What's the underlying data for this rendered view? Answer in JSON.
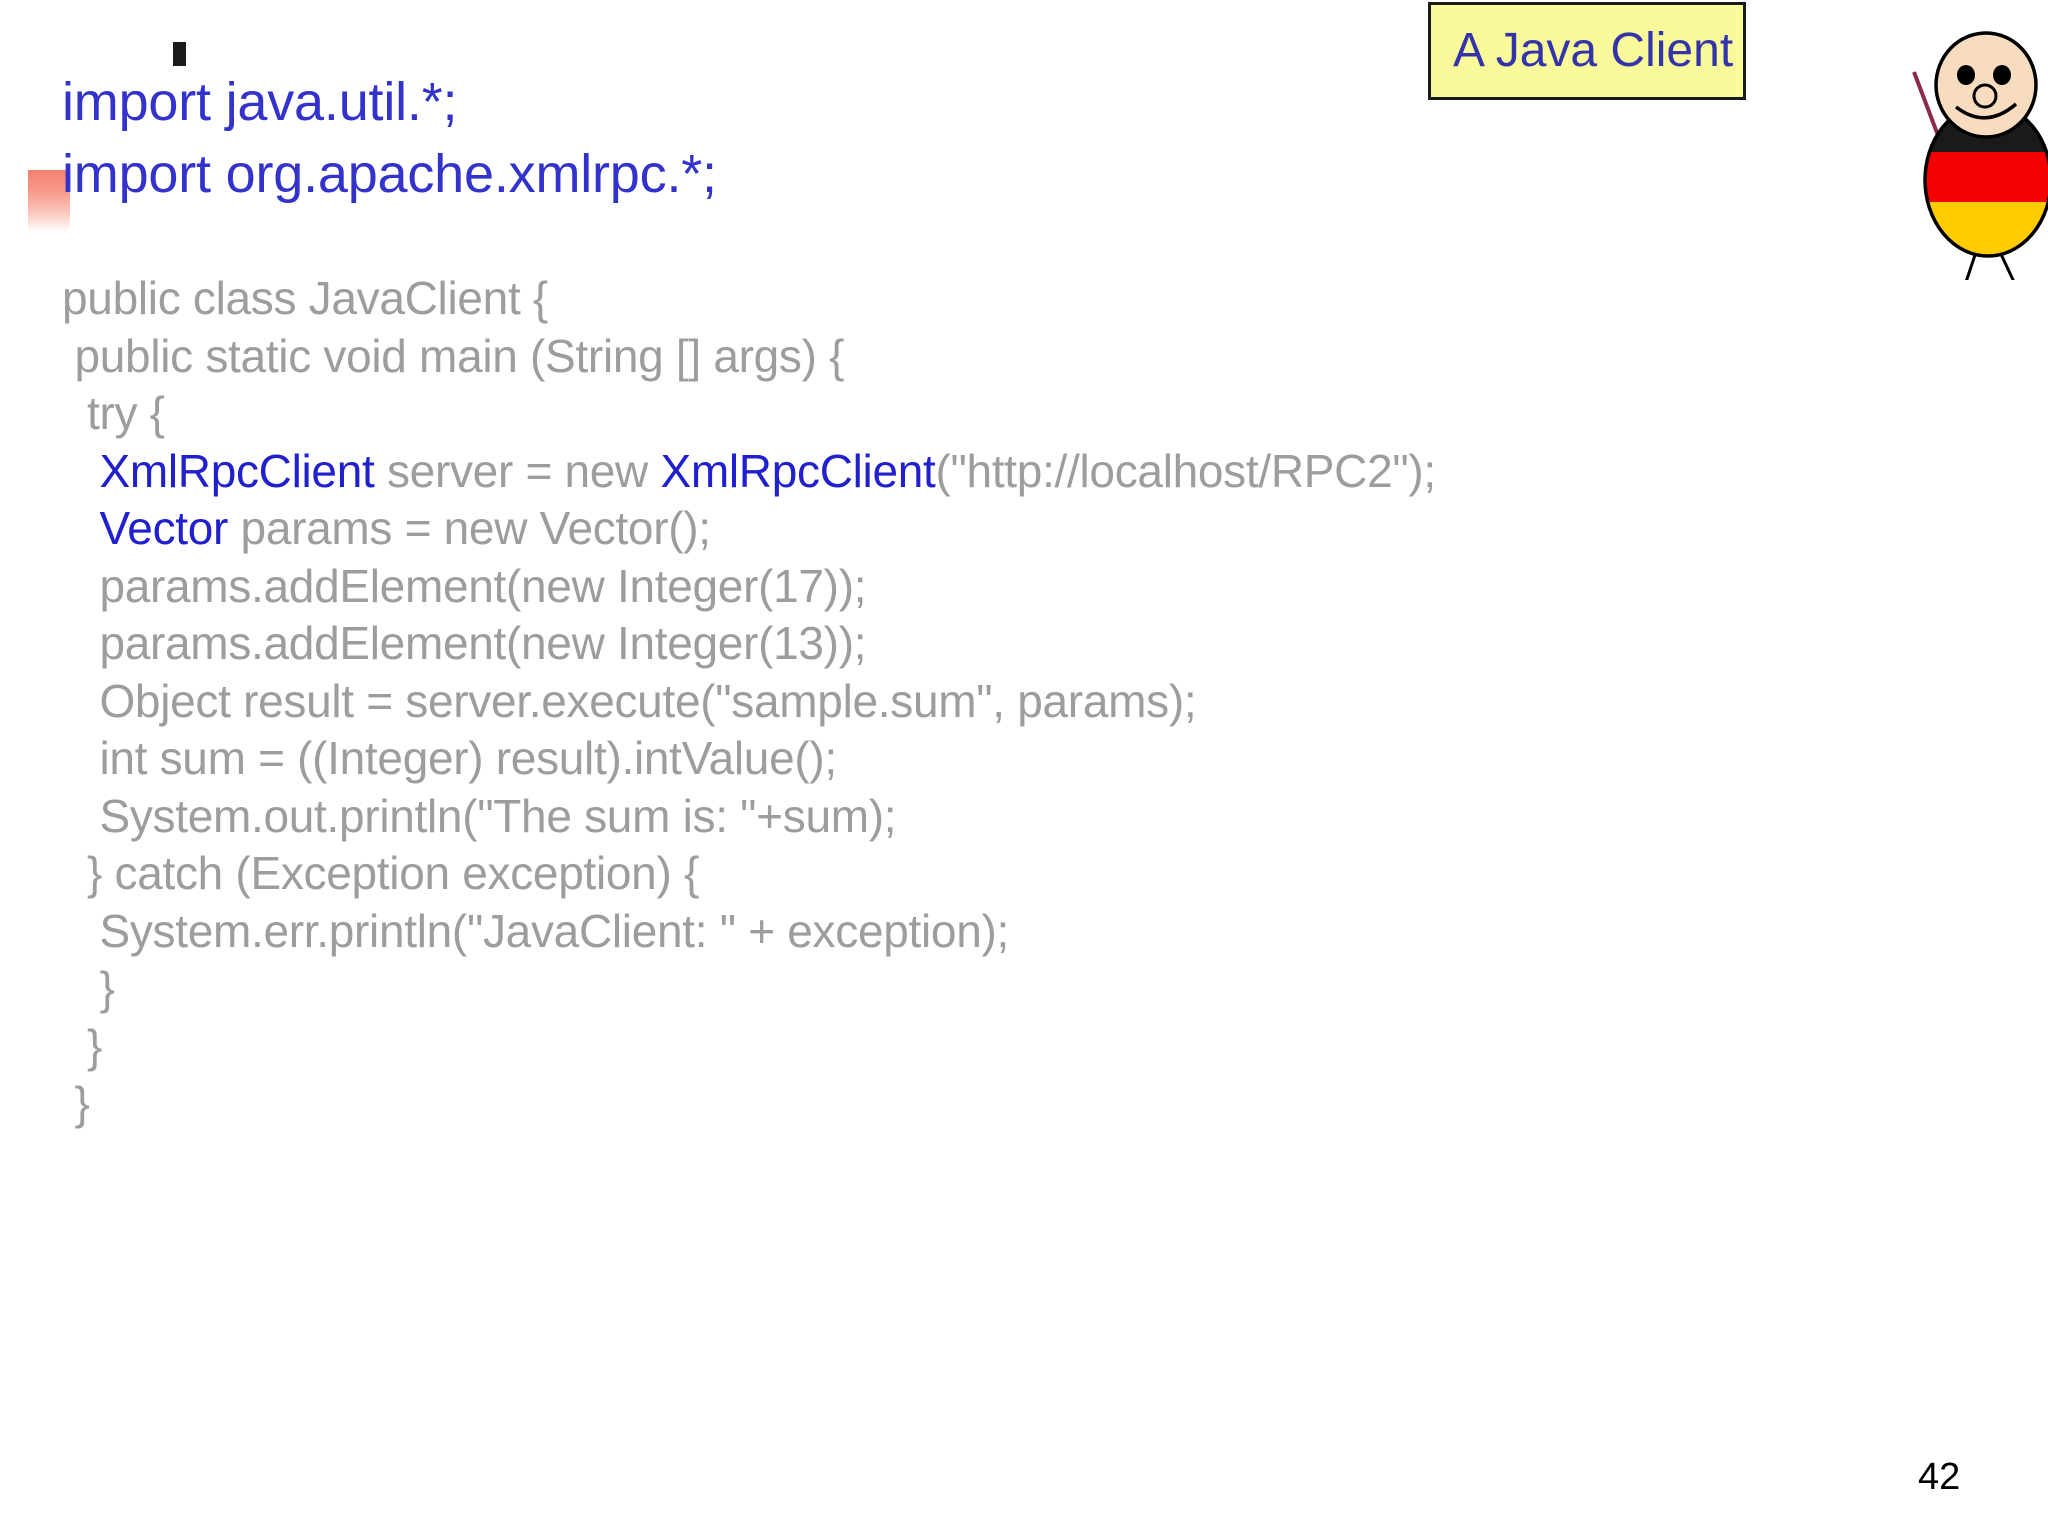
{
  "slide": {
    "page_number": "42",
    "callout": {
      "label": "A Java Client",
      "bg_color": "#FBFA9A",
      "border_color": "#1A1A1A",
      "text_color": "#3333AA"
    },
    "decorations": {
      "bullet_square_color": "#1A1A1A",
      "red_block_color": "#F4806F"
    }
  },
  "imports": [
    {
      "text": "import java.util.*;"
    },
    {
      "text": "import org.apache.xmlrpc.*;"
    }
  ],
  "code": {
    "text_color": "#9D9D9D",
    "keyword_color": "#2020CC",
    "lines": [
      {
        "id": "line-1",
        "parts": [
          {
            "t": "public class JavaClient {",
            "k": false
          }
        ]
      },
      {
        "id": "line-2",
        "parts": [
          {
            "t": " public static void main (String [] args) {",
            "k": false
          }
        ]
      },
      {
        "id": "line-3",
        "parts": [
          {
            "t": "  try {",
            "k": false
          }
        ]
      },
      {
        "id": "line-4",
        "parts": [
          {
            "t": "   ",
            "k": false
          },
          {
            "t": "XmlRpcClient",
            "k": true
          },
          {
            "t": " server = new ",
            "k": false
          },
          {
            "t": "XmlRpcClient",
            "k": true
          },
          {
            "t": "(\"http://localhost/RPC2\");",
            "k": false
          }
        ]
      },
      {
        "id": "line-5",
        "parts": [
          {
            "t": "   ",
            "k": false
          },
          {
            "t": "Vector",
            "k": true
          },
          {
            "t": " params = new Vector();",
            "k": false
          }
        ]
      },
      {
        "id": "line-6",
        "parts": [
          {
            "t": "   params.addElement(new Integer(17));",
            "k": false
          }
        ]
      },
      {
        "id": "line-7",
        "parts": [
          {
            "t": "   params.addElement(new Integer(13));",
            "k": false
          }
        ]
      },
      {
        "id": "line-8",
        "parts": [
          {
            "t": "   Object result = server.execute(\"sample.sum\", params);",
            "k": false
          }
        ]
      },
      {
        "id": "line-9",
        "parts": [
          {
            "t": "   int sum = ((Integer) result).intValue();",
            "k": false
          }
        ]
      },
      {
        "id": "line-10",
        "parts": [
          {
            "t": "   System.out.println(\"The sum is: \"+sum);",
            "k": false
          }
        ]
      },
      {
        "id": "line-11",
        "parts": [
          {
            "t": "  } catch (Exception exception) {",
            "k": false
          }
        ]
      },
      {
        "id": "line-12",
        "parts": [
          {
            "t": "   System.err.println(\"JavaClient: \" + exception);",
            "k": false
          }
        ]
      },
      {
        "id": "line-13",
        "parts": [
          {
            "t": "   }",
            "k": false
          }
        ]
      },
      {
        "id": "line-14",
        "parts": [
          {
            "t": "  }",
            "k": false
          }
        ]
      },
      {
        "id": "line-15",
        "parts": [
          {
            "t": " }",
            "k": false
          }
        ]
      }
    ]
  },
  "figure": {
    "name": "german-flag-stick-figure",
    "skin_color": "#F7DCC0",
    "flag_black": "#1A1A1A",
    "flag_red": "#F50000",
    "flag_gold": "#FFCC00",
    "pointer_color": "#8C2A4A",
    "outline_color": "#000000"
  }
}
